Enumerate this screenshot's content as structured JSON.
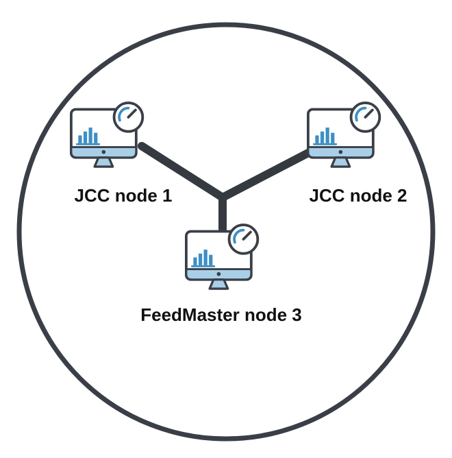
{
  "diagram": {
    "nodes": [
      {
        "id": "node-1",
        "label": "JCC node 1",
        "icon": "dashboard-monitor-icon"
      },
      {
        "id": "node-2",
        "label": "JCC node 2",
        "icon": "dashboard-monitor-icon"
      },
      {
        "id": "node-3",
        "label": "FeedMaster node 3",
        "icon": "dashboard-monitor-icon"
      }
    ]
  },
  "colors": {
    "background": "#ffffff",
    "outline": "#3a3f47",
    "connector": "#343a40",
    "monitor_accent_light": "#a9cfe8",
    "chart_blue": "#3d8fc4",
    "label_text": "#111111"
  }
}
